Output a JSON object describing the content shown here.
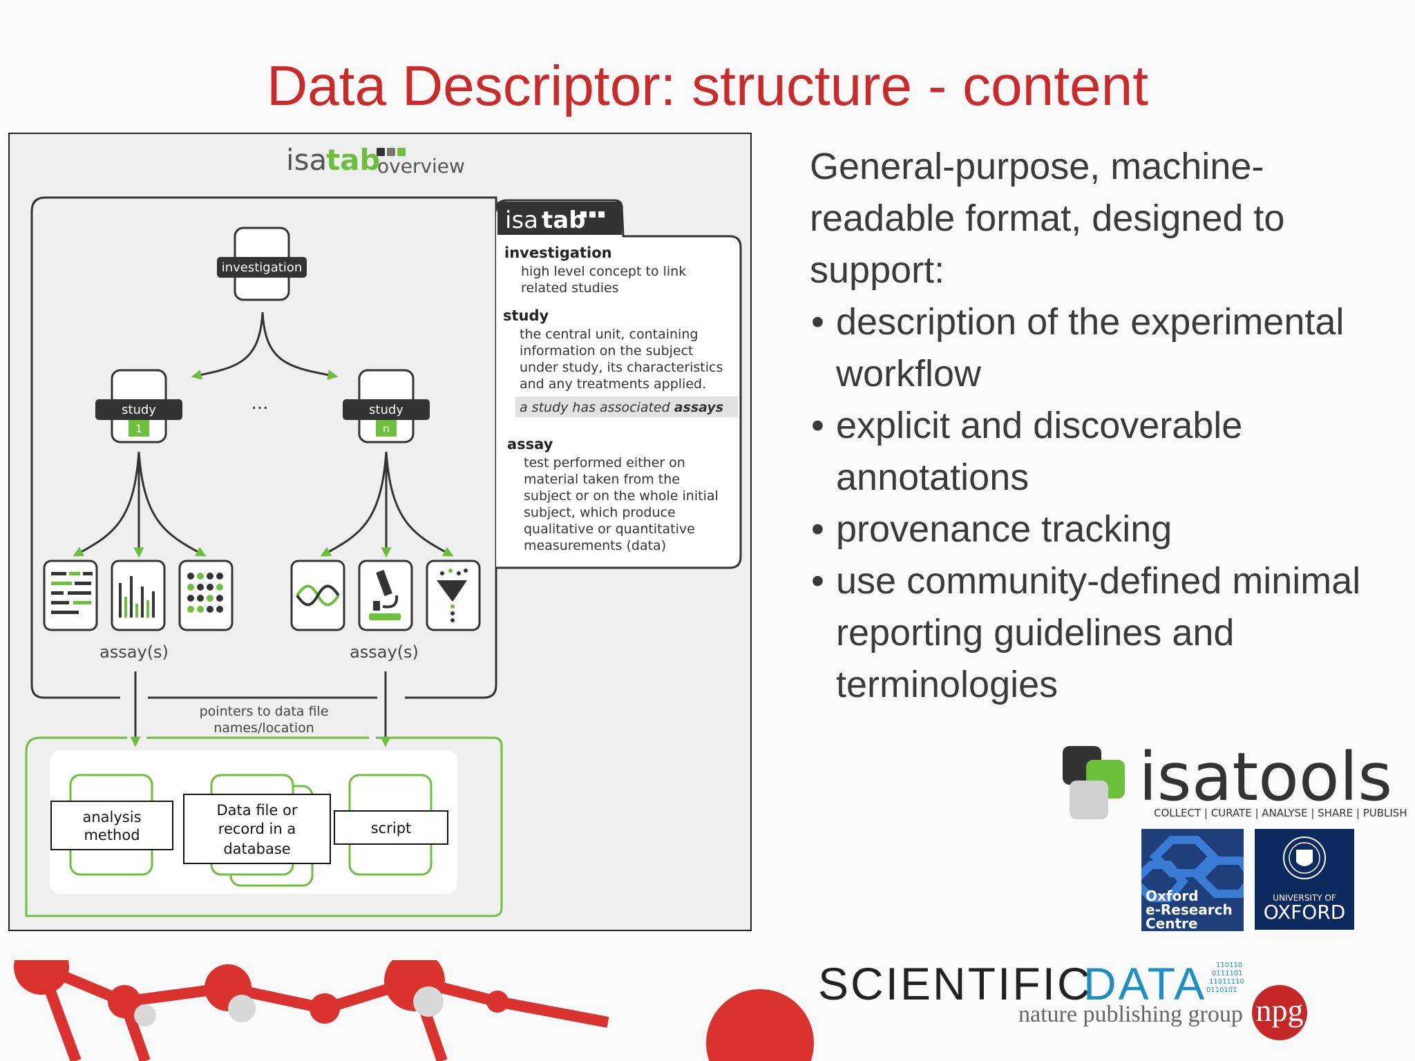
{
  "title": "Data Descriptor: structure - content",
  "diagram": {
    "logo_isa": "isa",
    "logo_tab": "tab",
    "logo_overview": "overview",
    "panel_isa": "isa",
    "panel_tab": "tab",
    "investigation_label": "investigation",
    "study1_label": "study",
    "study1_num": "1",
    "studyn_label": "study",
    "studyn_num": "n",
    "ellipsis": "...",
    "assays_left": "assay(s)",
    "assays_right": "assay(s)",
    "pointers_line1": "pointers to data file",
    "pointers_line2": "names/location",
    "box_analysis_line1": "analysis",
    "box_analysis_line2": "method",
    "box_datafile_line1": "Data file or",
    "box_datafile_line2": "record in a",
    "box_datafile_line3": "database",
    "box_script": "script",
    "side_investigation_head": "investigation",
    "side_investigation_l1": "high level concept to link",
    "side_investigation_l2": "related studies",
    "side_study_head": "study",
    "side_study_l1": "the central unit, containing",
    "side_study_l2": "information on the subject",
    "side_study_l3": "under study, its characteristics",
    "side_study_l4": "and any treatments applied.",
    "side_study_note_pre": "a study has associated ",
    "side_study_note_bold": "assays",
    "side_assay_head": "assay",
    "side_assay_l1": "test performed either on",
    "side_assay_l2": "material taken from the",
    "side_assay_l3": "subject or on the whole initial",
    "side_assay_l4": "subject, which produce",
    "side_assay_l5": "qualitative or quantitative",
    "side_assay_l6": "measurements (data)"
  },
  "body": {
    "intro": "General-purpose, machine-readable format, designed to support:",
    "bullets": [
      "description of the experimental workflow",
      "explicit and discoverable annotations",
      "provenance tracking",
      "use community-defined minimal reporting guidelines and terminologies"
    ]
  },
  "logos": {
    "isatools": "isatools",
    "isatools_tagline": "COLLECT | CURATE | ANALYSE | SHARE | PUBLISH",
    "oerc_line1": "Oxford",
    "oerc_line2": "e-Research",
    "oerc_line3": "Centre",
    "oxford_small": "UNIVERSITY OF",
    "oxford_big": "OXFORD",
    "sd_scientific": "SCIENTIFIC",
    "sd_data": "DATA",
    "sd_npg_text": "nature publishing group",
    "sd_npg": "npg"
  },
  "colors": {
    "title_red": "#cc2a2a",
    "isa_green": "#6cbf3a",
    "dark": "#333333",
    "oxford_blue": "#0d2a5e",
    "sd_blue": "#1c8fc4"
  }
}
